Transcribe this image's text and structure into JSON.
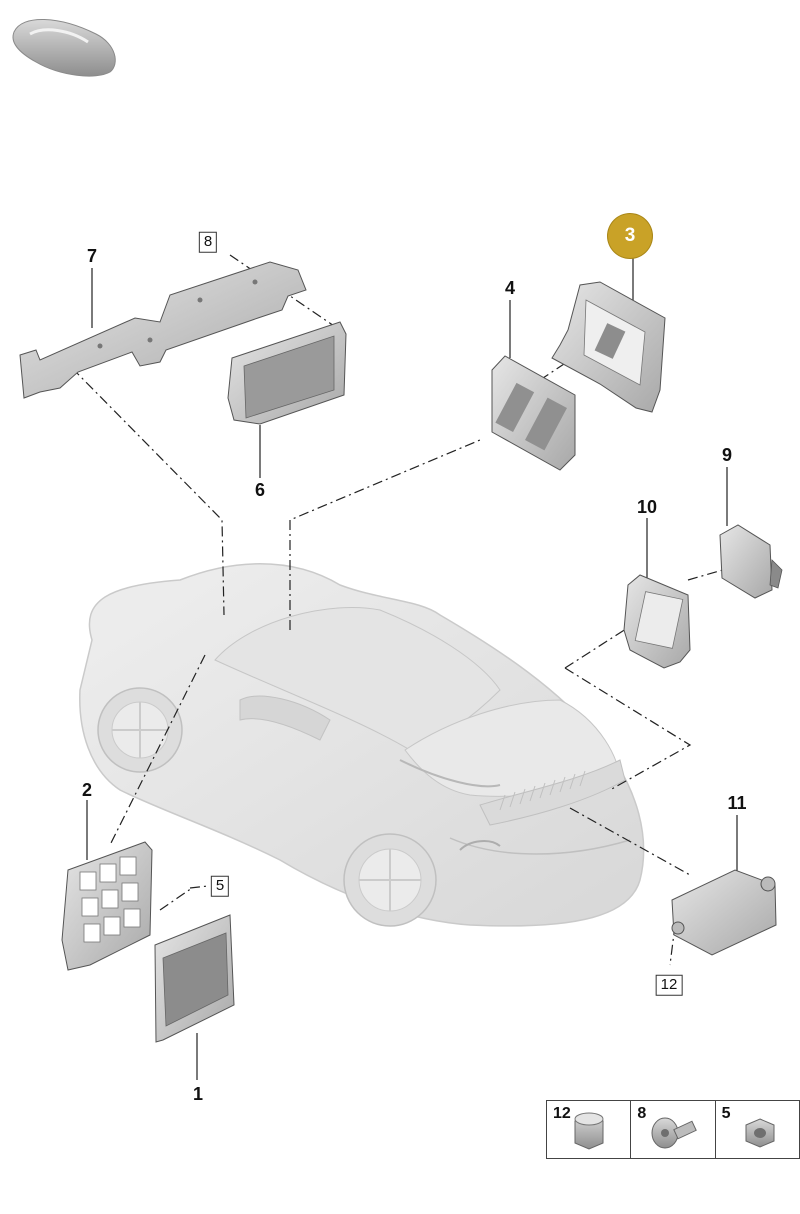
{
  "callouts": {
    "c1": "1",
    "c2": "2",
    "c3": "3",
    "c4": "4",
    "c6": "6",
    "c7": "7",
    "c9": "9",
    "c10": "10",
    "c11": "11"
  },
  "boxed_refs": {
    "r8": "8",
    "r5": "5",
    "r12": "12"
  },
  "highlight_color": "#c9a227",
  "fasteners": [
    {
      "number": "12",
      "icon": "hex-collar-nut-icon"
    },
    {
      "number": "8",
      "icon": "flange-screw-icon"
    },
    {
      "number": "5",
      "icon": "nut-icon"
    }
  ]
}
